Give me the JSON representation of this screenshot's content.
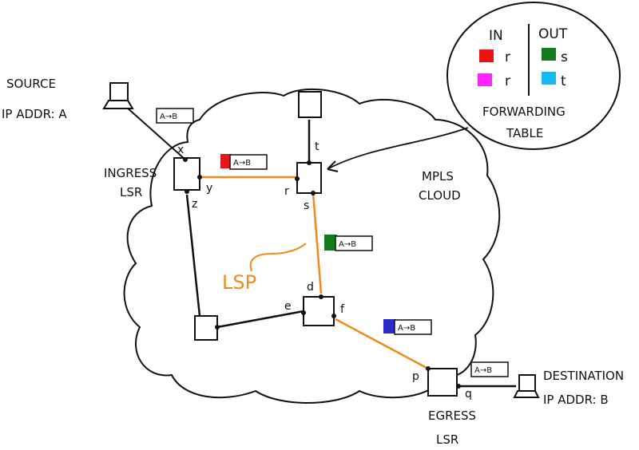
{
  "source": {
    "line1": "SOURCE",
    "line2": "IP ADDR: A"
  },
  "destination": {
    "line1": "DESTINATION",
    "line2": "IP ADDR: B"
  },
  "ingress": {
    "line1": "INGRESS",
    "line2": "LSR"
  },
  "egress": {
    "line1": "EGRESS",
    "line2": "LSR"
  },
  "cloud": {
    "line1": "MPLS",
    "line2": "CLOUD"
  },
  "lsp_label": "LSP",
  "interfaces": {
    "x": "x",
    "y": "y",
    "z": "z",
    "r": "r",
    "s": "s",
    "t": "t",
    "d": "d",
    "e": "e",
    "f": "f",
    "p": "p",
    "q": "q"
  },
  "packet_text": "A→B",
  "packets": [
    {
      "label": "A→B",
      "tag_color": null
    },
    {
      "label": "A→B",
      "tag_color": "#e8141c"
    },
    {
      "label": "A→B",
      "tag_color": "#127a1e"
    },
    {
      "label": "A→B",
      "tag_color": "#2a2ac8"
    },
    {
      "label": "A→B",
      "tag_color": null
    }
  ],
  "forwarding_table": {
    "in_header": "IN",
    "out_header": "OUT",
    "rows": [
      {
        "in_color": "#ee1111",
        "in_iface": "r",
        "out_color": "#127a1e",
        "out_iface": "s"
      },
      {
        "in_color": "#ff22ff",
        "in_iface": "r",
        "out_color": "#18b8f0",
        "out_iface": "t"
      }
    ],
    "caption_line1": "FORWARDING",
    "caption_line2": "TABLE"
  },
  "colors": {
    "lsp": "#f08a1c",
    "ink": "#111111"
  }
}
